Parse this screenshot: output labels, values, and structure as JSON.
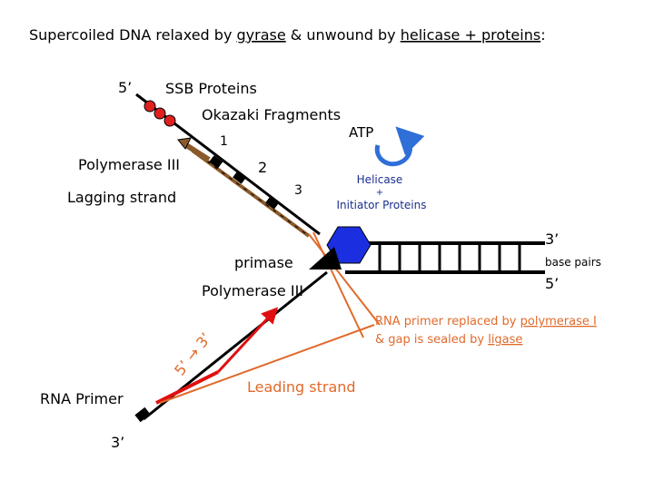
{
  "title": {
    "prefix": "Supercoiled DNA relaxed by ",
    "gyrase": "gyrase",
    "middle": " & unwound by ",
    "helicase_proteins": "helicase + proteins",
    "suffix": ":"
  },
  "labels": {
    "five_prime_top": "5’",
    "ssb_proteins": "SSB Proteins",
    "okazaki_fragments": "Okazaki Fragments",
    "atp": "ATP",
    "fragment_1": "1",
    "fragment_2": "2",
    "fragment_3": "3",
    "polymerase_iii_top": "Polymerase III",
    "lagging_strand": "Lagging strand",
    "helicase": "Helicase",
    "plus": "+",
    "initiator_proteins": "Initiator Proteins",
    "three_prime_right": "3’",
    "base_pairs": "base pairs",
    "five_prime_right": "5’",
    "primase": "primase",
    "polymerase_iii_bottom": "Polymerase III",
    "rna_note_line1_prefix": "RNA primer replaced by ",
    "polymerase_i": "polymerase I",
    "rna_note_line2_prefix": "& gap is sealed by ",
    "ligase": "ligase",
    "five_to_three": "5’ → 3’",
    "leading_strand": "Leading strand",
    "rna_primer": "RNA Primer",
    "three_prime_bottom": "3’"
  },
  "colors": {
    "orange_annotation": "#E06A2B",
    "helicase_blue": "#1B2FE0",
    "ssb_red": "#E02020",
    "okazaki_brown": "#8B5A2B",
    "rna_primer_red": "#E01010",
    "helicase_text": "#1B2F8F",
    "atp_arrow": "#2E6FD8"
  },
  "icons": [
    "ssb-protein-icon",
    "helicase-hexagon-icon",
    "primase-triangle-icon",
    "atp-cycle-arrow-icon",
    "polymerase-block-icon"
  ]
}
